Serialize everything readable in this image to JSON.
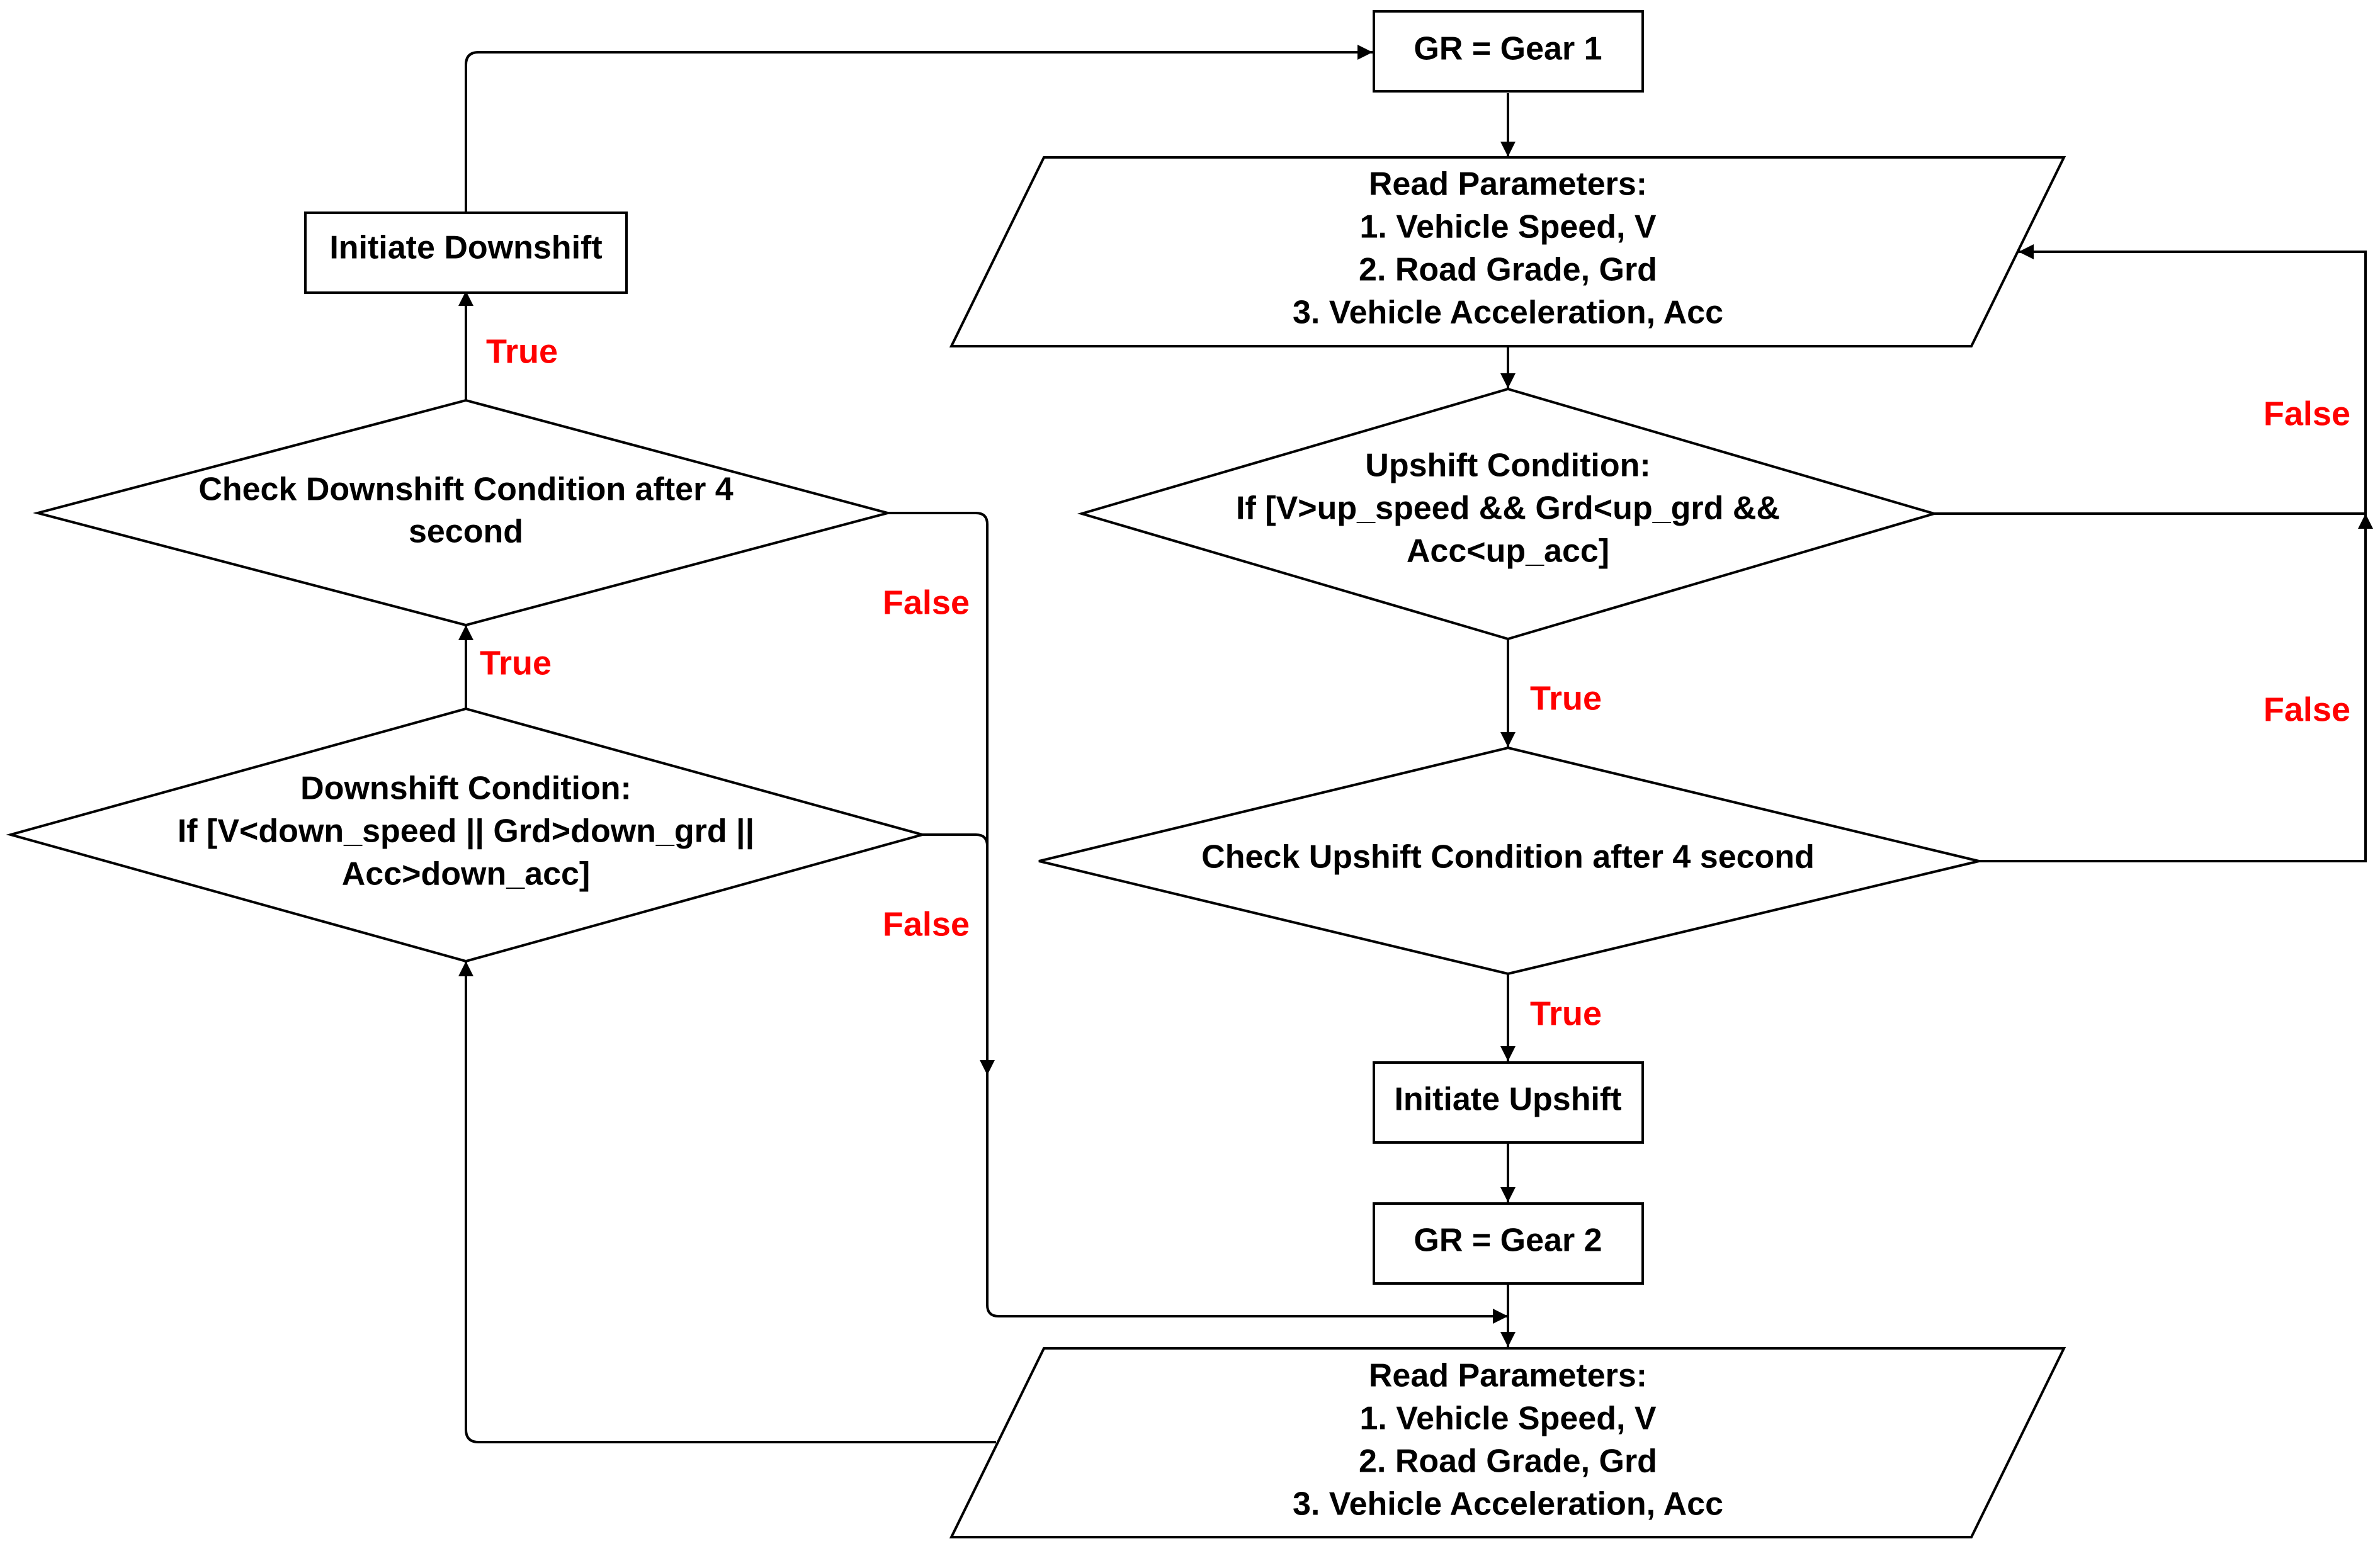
{
  "colors": {
    "edge_label": "#ff0000",
    "stroke": "#000000",
    "background": "#ffffff"
  },
  "nodes": {
    "gear1": {
      "text": "GR = Gear 1"
    },
    "read_params_top": {
      "lines": [
        "Read Parameters:",
        "1. Vehicle Speed, V",
        "2. Road Grade, Grd",
        "3. Vehicle Acceleration, Acc"
      ]
    },
    "upshift_condition": {
      "lines": [
        "Upshift Condition:",
        "If [V>up_speed && Grd<up_grd &&",
        "Acc<up_acc]"
      ]
    },
    "check_upshift": {
      "lines": [
        "Check Upshift Condition after 4 second"
      ]
    },
    "initiate_upshift": {
      "text": "Initiate Upshift"
    },
    "gear2": {
      "text": "GR = Gear 2"
    },
    "read_params_bottom": {
      "lines": [
        "Read Parameters:",
        "1. Vehicle Speed, V",
        "2. Road Grade, Grd",
        "3. Vehicle Acceleration, Acc"
      ]
    },
    "downshift_condition": {
      "lines": [
        "Downshift Condition:",
        "If [V<down_speed || Grd>down_grd ||",
        "Acc>down_acc]"
      ]
    },
    "check_downshift": {
      "lines": [
        "Check Downshift Condition after 4",
        "second"
      ]
    },
    "initiate_downshift": {
      "text": "Initiate Downshift"
    }
  },
  "edge_labels": {
    "upshift_true": "True",
    "check_upshift_true": "True",
    "upshift_false": "False",
    "check_upshift_false": "False",
    "downshift_true": "True",
    "check_downshift_true": "True",
    "check_downshift_false": "False",
    "downshift_false": "False"
  }
}
